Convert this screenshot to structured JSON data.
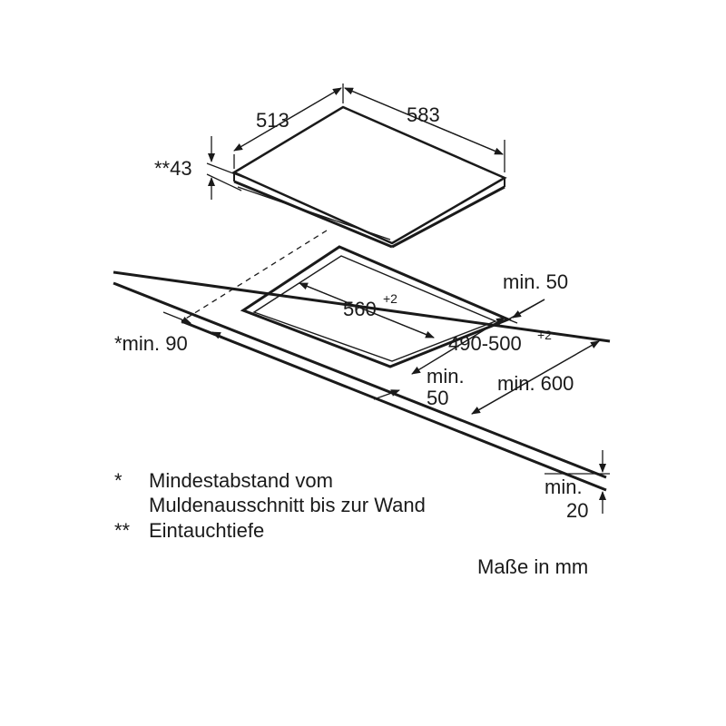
{
  "hob": {
    "depth": "513",
    "width": "583",
    "immersion_depth": "**43"
  },
  "cutout": {
    "width_value": "560",
    "width_tolerance": "+2",
    "depth_value": "490-500",
    "depth_tolerance": "+2",
    "min_front_line1": "min.",
    "min_front_line2": "50",
    "min_rear": "min. 50",
    "min_worktop_depth": "min. 600",
    "min_side_wall": "*min. 90",
    "min_worktop_thickness_line1": "min.",
    "min_worktop_thickness_line2": "20"
  },
  "footnotes": [
    {
      "marker": "*",
      "line1": "Mindestabstand vom",
      "line2": "Muldenausschnitt bis zur Wand"
    },
    {
      "marker": "**",
      "line1": "Eintauchtiefe"
    }
  ],
  "units_note": "Maße in mm"
}
